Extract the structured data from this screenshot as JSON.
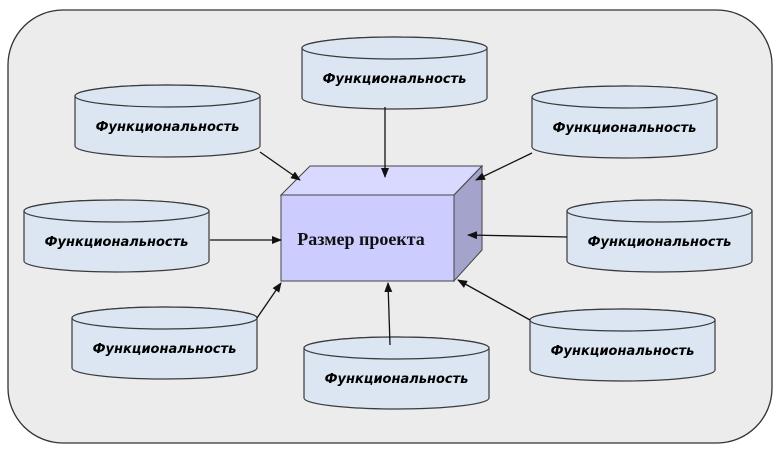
{
  "diagram": {
    "center_label": "Размер проекта",
    "inputs": [
      {
        "label": "Функциональность"
      },
      {
        "label": "Функциональность"
      },
      {
        "label": "Функциональность"
      },
      {
        "label": "Функциональность"
      },
      {
        "label": "Функциональность"
      },
      {
        "label": "Функциональность"
      },
      {
        "label": "Функциональность"
      },
      {
        "label": "Функциональность"
      }
    ],
    "colors": {
      "panel": "#ececec",
      "cylinder": "#dce6f2",
      "box_front": "#ccccff",
      "box_top": "#d9d9ff",
      "box_side": "#a3a3cc"
    }
  }
}
